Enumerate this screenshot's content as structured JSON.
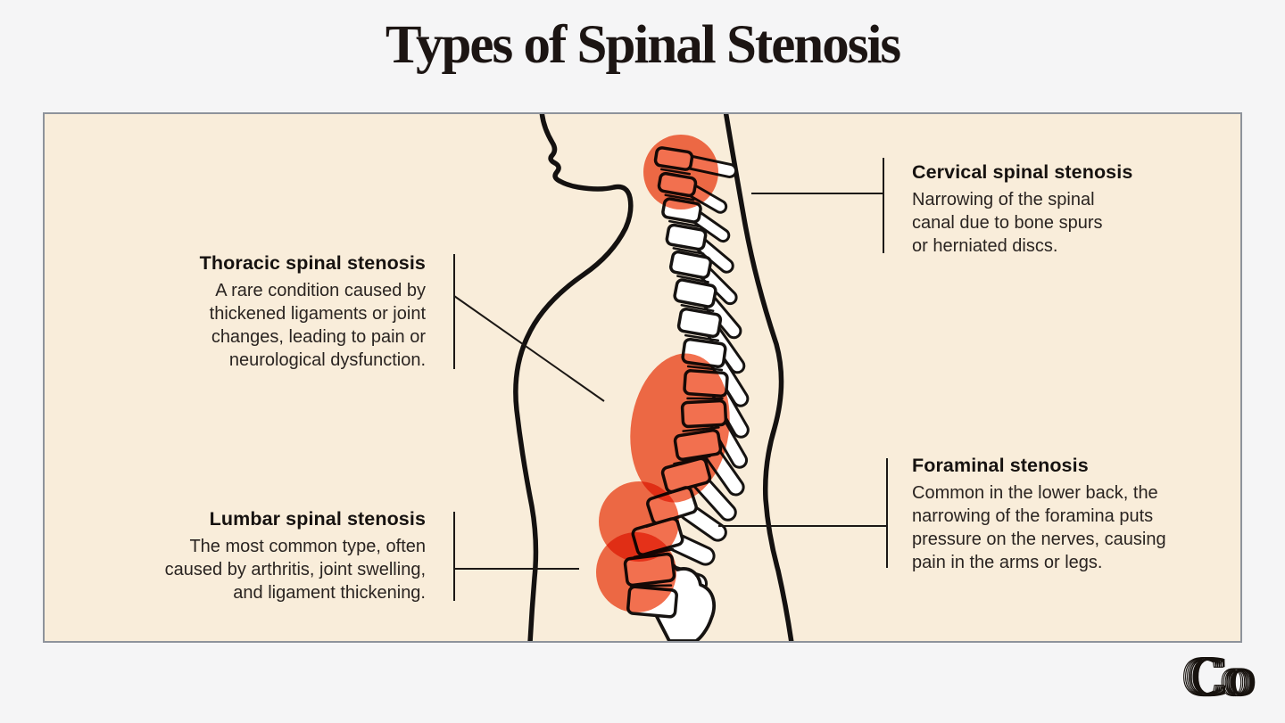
{
  "title": "Types of Spinal Stenosis",
  "colors": {
    "highlight": "#f2704f",
    "panel_background": "#f9edda",
    "page_background": "#f5f5f6",
    "line": "#161311"
  },
  "annotations": [
    {
      "id": "cervical",
      "heading": "Cervical spinal stenosis",
      "body": "Narrowing of the spinal\ncanal due to bone spurs\nor herniated discs."
    },
    {
      "id": "thoracic",
      "heading": "Thoracic spinal stenosis",
      "body": "A rare condition caused by\nthickened ligaments or joint\nchanges, leading to pain or\nneurological dysfunction."
    },
    {
      "id": "lumbar",
      "heading": "Lumbar spinal stenosis",
      "body": "The most common type, often\ncaused by arthritis, joint swelling,\nand ligament thickening."
    },
    {
      "id": "foraminal",
      "heading": "Foraminal stenosis",
      "body": "Common in the lower back, the\nnarrowing of the foramina puts\npressure on the nerves, causing\npain in the arms or legs."
    }
  ],
  "logo": {
    "text": "Co"
  }
}
